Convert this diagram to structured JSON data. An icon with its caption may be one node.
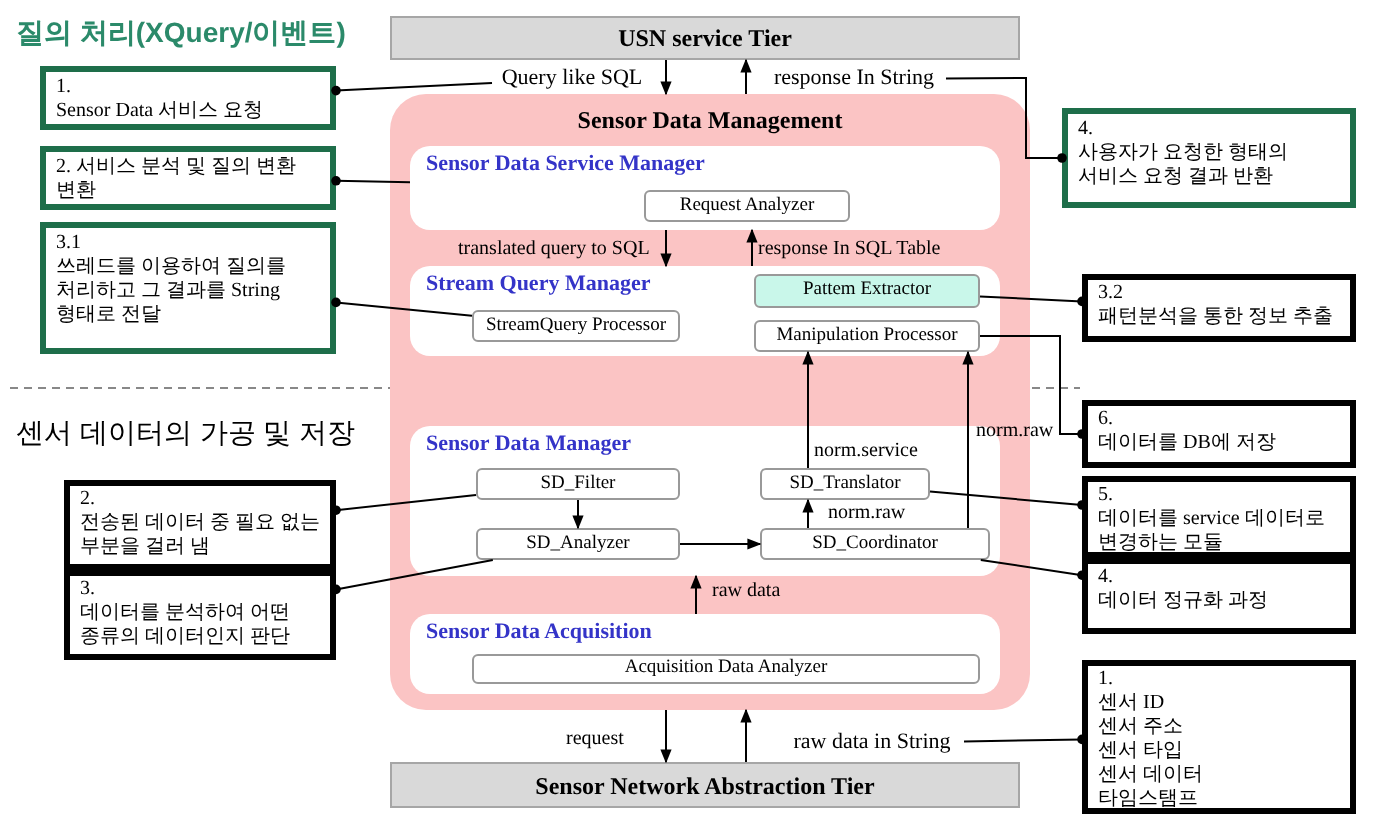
{
  "diagram": {
    "nodes": [
      {
        "text": [
          "USN service Tier"
        ]
      },
      {
        "text": [
          "Sensor Data Management"
        ]
      },
      {
        "text": [
          "Sensor Data Service Manager"
        ],
        "in": 1
      },
      {
        "text": [
          "Request Analyzer"
        ],
        "in": 2
      },
      {
        "text": [
          "Stream Query Manager"
        ],
        "in": 1
      },
      {
        "text": [
          "StreamQuery Processor"
        ],
        "in": 4
      },
      {
        "text": [
          "Pattem Extractor"
        ],
        "in": 4
      },
      {
        "text": [
          "Manipulation Processor"
        ],
        "in": 4
      },
      {
        "text": [
          "Sensor Data Manager"
        ],
        "in": 1
      },
      {
        "text": [
          "SD_Filter"
        ],
        "in": 8
      },
      {
        "text": [
          "SD_Analyzer"
        ],
        "in": 8
      },
      {
        "text": [
          "SD_Translator"
        ],
        "in": 8
      },
      {
        "text": [
          "SD_Coordinator"
        ],
        "in": 8
      },
      {
        "text": [
          "Sensor Data Acquisition"
        ],
        "in": 1
      },
      {
        "text": [
          "Acquisition Data Analyzer"
        ],
        "in": 13
      },
      {
        "text": [
          "Sensor Network Abstraction Tier"
        ]
      },
      {
        "text": [
          "1.",
          "Sensor Data 서비스 요청"
        ]
      },
      {
        "text": [
          "2. 서비스 분석 및 질의 변환 변환"
        ]
      },
      {
        "text": [
          "3.1",
          "쓰레드를 이용하여 질의를 처리하고 그 결과를 String 형태로 전달"
        ]
      },
      {
        "text": [
          "4.",
          "사용자가 요청한 형태의 서비스 요청 결과 반환"
        ]
      },
      {
        "text": [
          "3.2",
          "패턴분석을 통한 정보 추출"
        ]
      },
      {
        "text": [
          "6.",
          "데이터를 DB에 저장"
        ]
      },
      {
        "text": [
          "5.",
          "데이터를 service 데이터로 변경하는 모듈"
        ]
      },
      {
        "text": [
          "4.",
          "데이터 정규화 과정"
        ]
      },
      {
        "text": [
          "2.",
          "전송된 데이터 중 필요 없는 부분을 걸러 냄"
        ]
      },
      {
        "text": [
          "3.",
          "데이터를 분석하여 어떤 종류의 데이터인지 판단"
        ]
      },
      {
        "text": [
          "1.",
          "센서 ID",
          "센서 주소",
          "센서 타입",
          "센서 데이터",
          "타임스탬프"
        ]
      },
      {
        "text": [
          "Query like SQL"
        ]
      },
      {
        "text": [
          "response In String"
        ]
      },
      {
        "text": [
          "raw data in String"
        ]
      }
    ],
    "edges": [
      {
        "from": 0,
        "to": 1,
        "arrow": "to"
      },
      {
        "from": 1,
        "to": 0,
        "arrow": "to"
      },
      {
        "from": 2,
        "to": 4,
        "arrow": "to",
        "label": "translated query to SQL"
      },
      {
        "from": 4,
        "to": 2,
        "arrow": "to",
        "label": "response In SQL  Table"
      },
      {
        "from": 11,
        "to": 7,
        "arrow": "to",
        "label": "norm.service"
      },
      {
        "from": 12,
        "to": 7,
        "arrow": "to",
        "label": "norm.raw"
      },
      {
        "from": 12,
        "to": 11,
        "arrow": "to",
        "label": "norm.raw"
      },
      {
        "from": 9,
        "to": 10,
        "arrow": "to"
      },
      {
        "from": 10,
        "to": 12,
        "arrow": "to"
      },
      {
        "from": 13,
        "to": 8,
        "arrow": "to",
        "label": "raw data"
      },
      {
        "from": 1,
        "to": 15,
        "arrow": "to",
        "label": "request"
      },
      {
        "from": 15,
        "to": 1,
        "arrow": "to"
      },
      {
        "from": 16,
        "to": 27,
        "arrow": "other"
      },
      {
        "from": 17,
        "to": 2,
        "arrow": "other"
      },
      {
        "from": 18,
        "to": 5,
        "arrow": "other"
      },
      {
        "from": 19,
        "to": 28,
        "arrow": "other"
      },
      {
        "from": 20,
        "to": 6,
        "arrow": "other"
      },
      {
        "from": 21,
        "to": 7,
        "arrow": "other"
      },
      {
        "from": 22,
        "to": 11,
        "arrow": "other"
      },
      {
        "from": 23,
        "to": 12,
        "arrow": "other"
      },
      {
        "from": 24,
        "to": 9,
        "arrow": "other"
      },
      {
        "from": 25,
        "to": 10,
        "arrow": "other"
      },
      {
        "from": 26,
        "to": 29,
        "arrow": "other"
      }
    ],
    "labels": [
      "질의 처리(XQuery/이벤트)",
      "센서 데이터의 가공 및 저장"
    ]
  }
}
